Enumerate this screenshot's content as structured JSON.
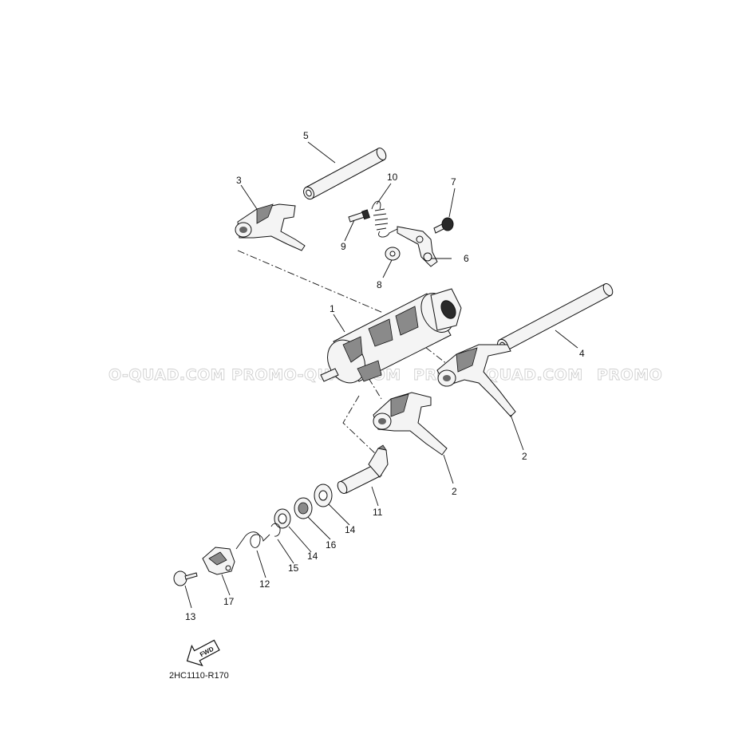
{
  "watermark": {
    "segments": [
      "O-QUAD.COM",
      "PROMO-QUAD.COM",
      "PROMO-QUAD.COM",
      "PROMO"
    ]
  },
  "callouts": {
    "c1": "1",
    "c2a": "2",
    "c2b": "2",
    "c3": "3",
    "c4": "4",
    "c5": "5",
    "c6": "6",
    "c7": "7",
    "c8": "8",
    "c9": "9",
    "c10": "10",
    "c11": "11",
    "c12": "12",
    "c13": "13",
    "c14a": "14",
    "c14b": "14",
    "c15": "15",
    "c16": "16",
    "c17": "17"
  },
  "direction_label": "FWD",
  "diagram_code": "2HC1110-R170"
}
